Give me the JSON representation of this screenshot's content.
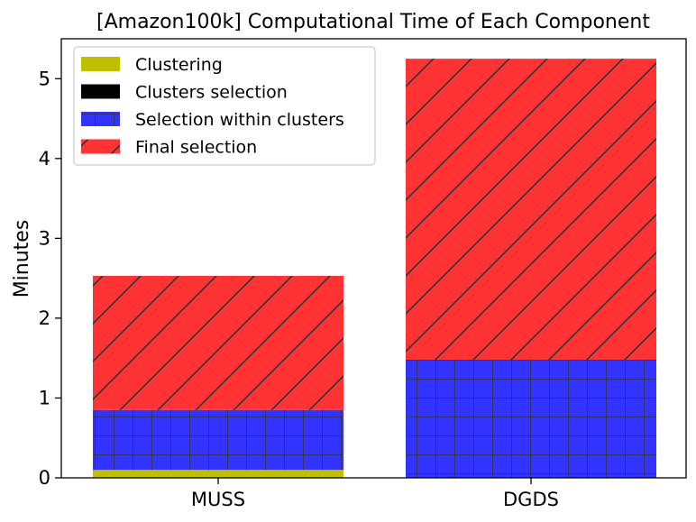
{
  "chart_data": {
    "type": "bar",
    "stacked": true,
    "title": "[Amazon100k] Computational Time of Each Component",
    "xlabel": "",
    "ylabel": "Minutes",
    "categories": [
      "MUSS",
      "DGDS"
    ],
    "ylim": [
      0,
      5.5
    ],
    "yticks": [
      "0",
      "1",
      "2",
      "3",
      "4",
      "5"
    ],
    "grid": false,
    "legend_position": "top-left",
    "series": [
      {
        "name": "Clustering",
        "values": [
          0.1,
          0.0
        ],
        "color": "#bfbf00",
        "hatch": "none"
      },
      {
        "name": "Clusters selection",
        "values": [
          0.0,
          0.0
        ],
        "color": "#000000",
        "hatch": "none"
      },
      {
        "name": "Selection within clusters",
        "values": [
          0.75,
          1.48
        ],
        "color": "#3333ff",
        "hatch": "grid"
      },
      {
        "name": "Final selection",
        "values": [
          1.68,
          3.77
        ],
        "color": "#ff3333",
        "hatch": "diagonal"
      }
    ]
  }
}
